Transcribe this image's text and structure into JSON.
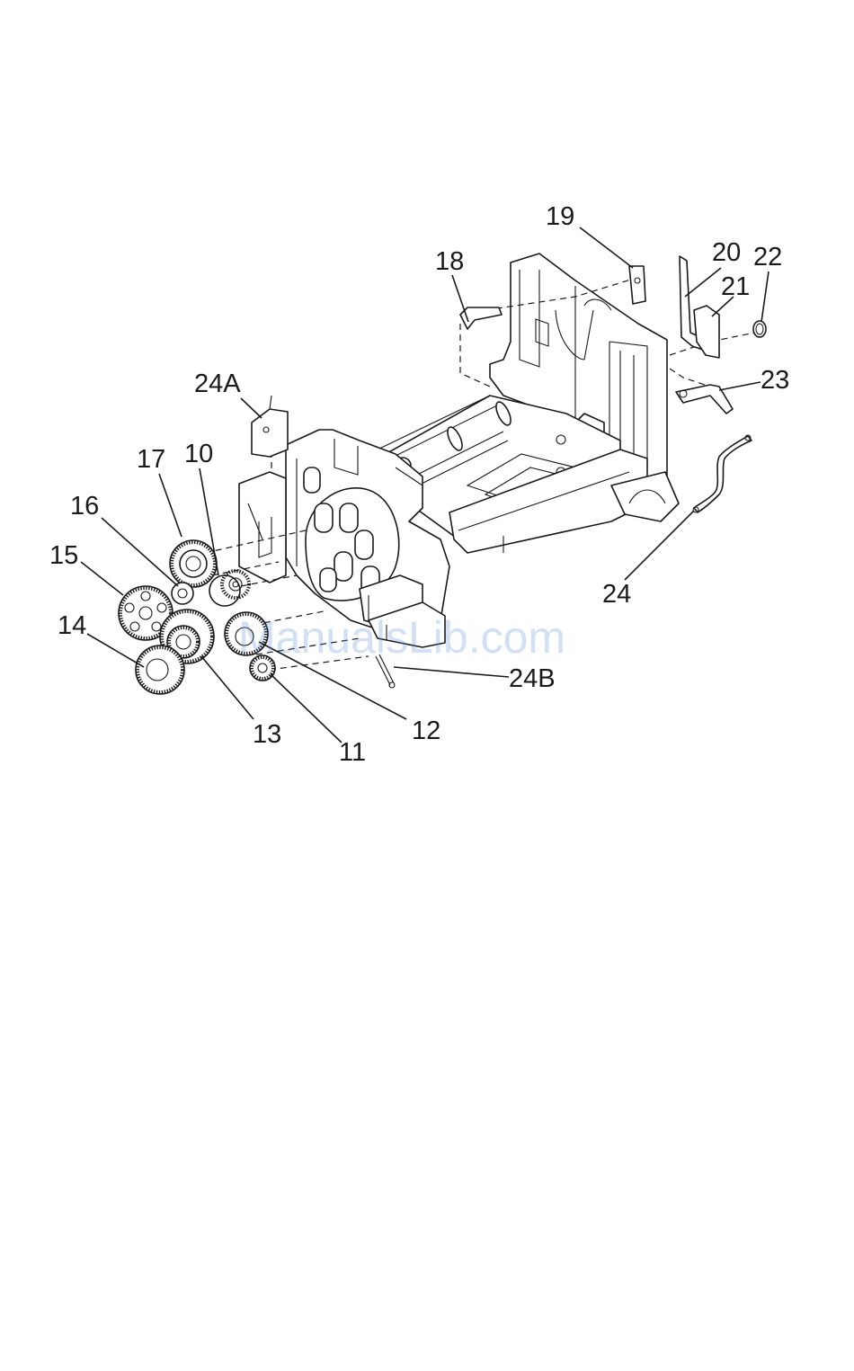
{
  "callouts": {
    "p10": "10",
    "p11": "11",
    "p12": "12",
    "p13": "13",
    "p14": "14",
    "p15": "15",
    "p16": "16",
    "p17": "17",
    "p18": "18",
    "p19": "19",
    "p20": "20",
    "p21": "21",
    "p22": "22",
    "p23": "23",
    "p24": "24",
    "p24A": "24A",
    "p24B": "24B"
  },
  "watermark": "ManualsLib.com"
}
